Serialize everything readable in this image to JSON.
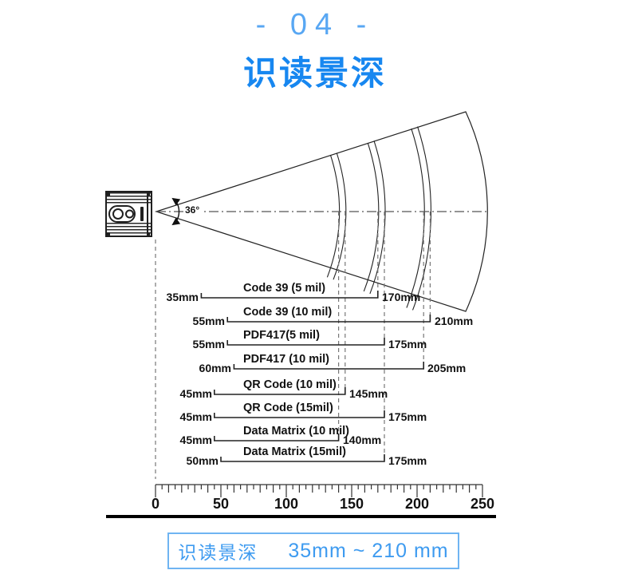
{
  "header": {
    "section_number": "- 04 -",
    "title": "识读景深"
  },
  "scanner": {
    "beam_angle": "36°"
  },
  "depth_rows": [
    {
      "symbology": "Code 39 (5 mil)",
      "min": "35mm",
      "max": "170mm",
      "min_mm": 35,
      "max_mm": 170
    },
    {
      "symbology": "Code 39 (10 mil)",
      "min": "55mm",
      "max": "210mm",
      "min_mm": 55,
      "max_mm": 210
    },
    {
      "symbology": "PDF417(5 mil)",
      "min": "55mm",
      "max": "175mm",
      "min_mm": 55,
      "max_mm": 175
    },
    {
      "symbology": "PDF417 (10 mil)",
      "min": "60mm",
      "max": "205mm",
      "min_mm": 60,
      "max_mm": 205
    },
    {
      "symbology": "QR Code (10 mil)",
      "min": "45mm",
      "max": "145mm",
      "min_mm": 45,
      "max_mm": 145
    },
    {
      "symbology": "QR Code (15mil)",
      "min": "45mm",
      "max": "175mm",
      "min_mm": 45,
      "max_mm": 175
    },
    {
      "symbology": "Data Matrix (10 mil)",
      "min": "45mm",
      "max": "140mm",
      "min_mm": 45,
      "max_mm": 140
    },
    {
      "symbology": "Data Matrix (15mil)",
      "min": "50mm",
      "max": "175mm",
      "min_mm": 50,
      "max_mm": 175
    }
  ],
  "ruler": {
    "unit_labels": [
      "0",
      "50",
      "100",
      "150",
      "200",
      "250"
    ],
    "min_mm": 0,
    "max_mm": 250,
    "step_mm": 5
  },
  "footer": {
    "label": "识读景深",
    "range": "35mm ~ 210 mm"
  },
  "colors": {
    "accent_blue": "#1787f0",
    "light_blue": "#58a7f3",
    "footer_blue": "#3e9bf0",
    "footer_border": "#6fb4f2",
    "line_dark": "#1f1f1f",
    "dash_gray": "#777777"
  }
}
